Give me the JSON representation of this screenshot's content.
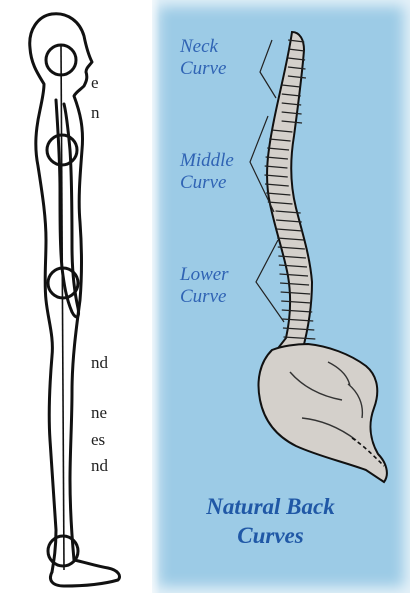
{
  "left_text_fragments": [
    "e",
    "n",
    "nd",
    "ne",
    "es",
    "nd"
  ],
  "panel": {
    "labels": {
      "neck": [
        "Neck",
        "Curve"
      ],
      "middle": [
        "Middle",
        "Curve"
      ],
      "lower": [
        "Lower",
        "Curve"
      ]
    },
    "caption": [
      "Natural Back",
      "Curves"
    ]
  },
  "colors": {
    "panel_bg": "#9ccbe6",
    "label_blue": "#2f63b4",
    "caption_blue": "#2058a6",
    "bone_fill": "#d4d0cb",
    "outline": "#111111"
  }
}
